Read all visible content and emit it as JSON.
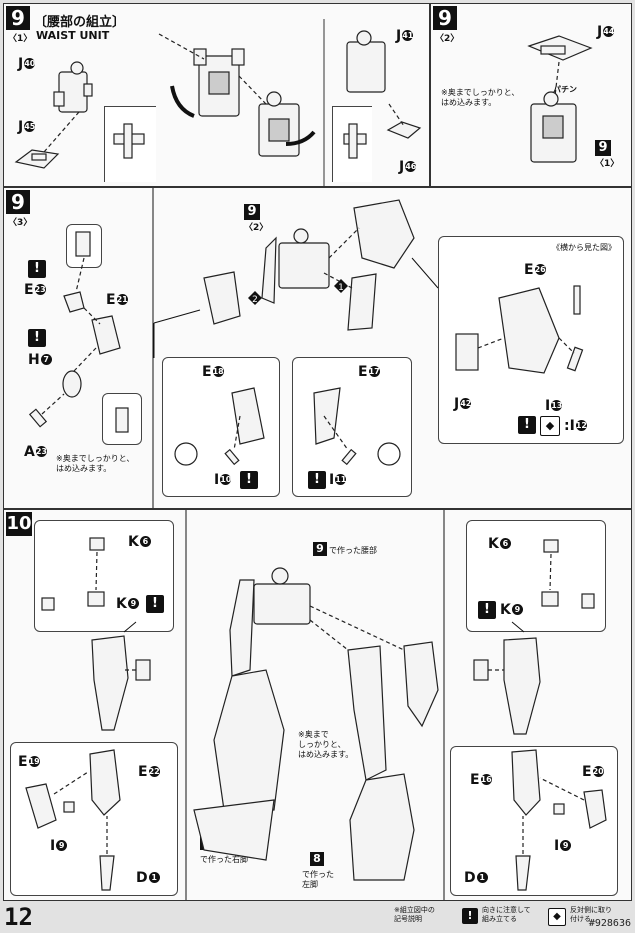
{
  "page_number": "12",
  "step9_1": {
    "step": "9",
    "sub": "〈1〉",
    "title_jp": "〔腰部の組立〕",
    "title_en": "WAIST UNIT",
    "parts": {
      "j40": "J",
      "j40_num": "40",
      "j45": "J",
      "j45_num": "45",
      "j41": "J",
      "j41_num": "41",
      "j46": "J",
      "j46_num": "46"
    }
  },
  "step9_2": {
    "step": "9",
    "sub": "〈2〉",
    "note": "※奥までしっかりと、\nはめ込みます。",
    "sound": "パチン",
    "part": "J",
    "part_num": "44",
    "ref_step": "9",
    "ref_sub": "〈1〉"
  },
  "step9_3": {
    "step": "9",
    "sub": "〈3〉",
    "ref_step": "9",
    "ref_sub": "〈2〉",
    "side_view": "《横から見た図》",
    "note": "※奥までしっかりと、\nはめ込みます。",
    "parts": {
      "e23": "E",
      "e23_num": "23",
      "e21": "E",
      "e21_num": "21",
      "h7": "H",
      "h7_num": "7",
      "a23": "A",
      "a23_num": "23",
      "e18": "E",
      "e18_num": "18",
      "e17": "E",
      "e17_num": "17",
      "i10": "I",
      "i10_num": "10",
      "i11": "I",
      "i11_num": "11",
      "e26": "E",
      "e26_num": "26",
      "j42": "J",
      "j42_num": "42",
      "i13": "I",
      "i13_num": "13",
      "i12": "I",
      "i12_num": "12"
    },
    "order1": "1",
    "order2": "2"
  },
  "step10": {
    "step": "10",
    "waist_ref": "で作った腰部",
    "waist_ref_step": "9",
    "right_leg_ref": "で作った右脚",
    "right_leg_step": "7",
    "left_leg_ref": "で作った\n左脚",
    "left_leg_step": "8",
    "note": "※奥まで\nしっかりと、\nはめ込みます。",
    "parts": {
      "k6l": "K",
      "k6l_num": "6",
      "k9l": "K",
      "k9l_num": "9",
      "e19": "E",
      "e19_num": "19",
      "e22": "E",
      "e22_num": "22",
      "i9l": "I",
      "i9l_num": "9",
      "d1l": "D",
      "d1l_num": "1",
      "k6r": "K",
      "k6r_num": "6",
      "k9r": "K",
      "k9r_num": "9",
      "e16": "E",
      "e16_num": "16",
      "e20": "E",
      "e20_num": "20",
      "i9r": "I",
      "i9r_num": "9",
      "d1r": "D",
      "d1r_num": "1"
    }
  },
  "legend": {
    "item1": "※組立図中の\n記号説明",
    "item2": "向きに注意して\n組み立てる",
    "item3": "反対側に取り\n付ける"
  },
  "watermark": "#928636"
}
